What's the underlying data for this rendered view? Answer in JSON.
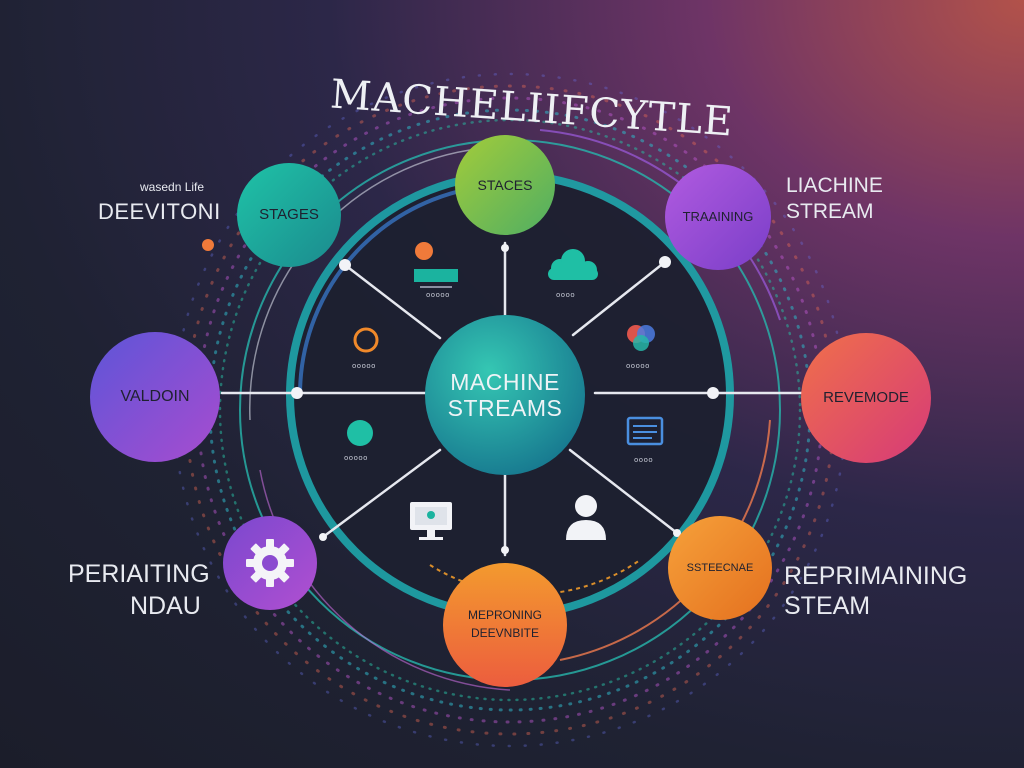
{
  "title": "MACHELIIFCYTLE",
  "center": {
    "line1": "MACHINE",
    "line2": "STREAMS"
  },
  "nodes": {
    "top": "STACES",
    "top_left": "STAGES",
    "top_right": "TRAAINING",
    "left": "VALDOIN",
    "right": "REVEMODE",
    "bottom_right": "SSTEECNAE",
    "bottom_line1": "MEPRONING",
    "bottom_line2": "DEEVNBITE"
  },
  "side_labels": {
    "top_left_small": "wasedn Life",
    "top_left_big": "DEEVITONI",
    "top_right_line1": "LIACHINE",
    "top_right_line2": "STREAM",
    "bottom_left_line1": "PERIAITING",
    "bottom_left_line2": "NDAU",
    "bottom_right_line1": "REPRIMAINING",
    "bottom_right_line2": "STEAM"
  },
  "icon_captions": {
    "a": "ooooo",
    "b": "oooo",
    "c": "ooooo",
    "d": "ooooo",
    "e": "ooooo",
    "f": "oooo"
  },
  "colors": {
    "background": "#1f2233",
    "ring": "#23b3b0",
    "center_start": "#2bb8a8",
    "center_end": "#1b7f9a",
    "green": "#8cc23f",
    "purple": "#8e4fd8",
    "orange": "#f08a2a",
    "coral": "#ee5a4f"
  }
}
